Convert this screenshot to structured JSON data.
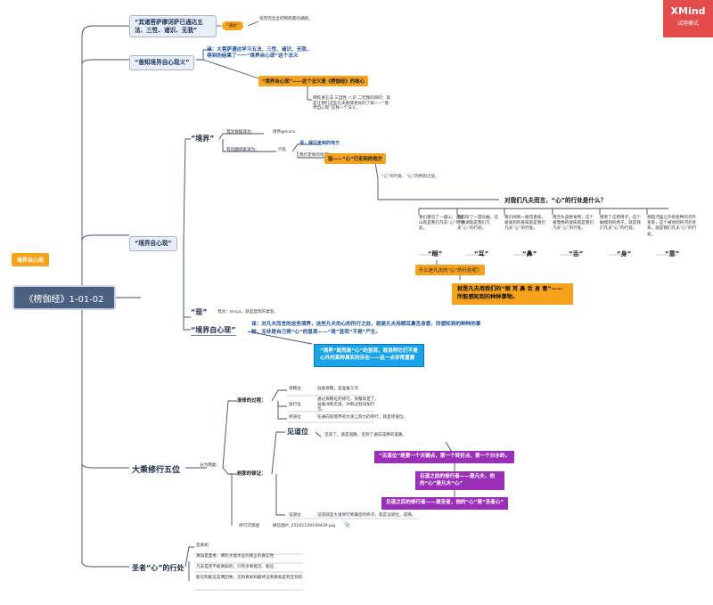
{
  "watermark": {
    "brand": "XMind",
    "mode": "试用模式"
  },
  "root": {
    "label": "《楞伽经》1-01-02"
  },
  "tag": {
    "label": "境界自心现"
  },
  "b1": {
    "label": "“其诸菩萨摩诃萨已通达五法、三性、诸识、无我”",
    "pill": "“通达”",
    "note": "指完完全全彻彻底底的通晓。"
  },
  "b2": {
    "label": "“善知境界自心现义”",
    "note": "译：大菩萨通达学习五法、三性、诸识、无我，得到的结果了一一“境界自心现”这个法义",
    "orange": "“境界自心现”——这个法义是《楞伽经》的核心",
    "note2": "佛陀讲五法 三自性 八识 二无我的目的：就是让我们这些凡夫能够更好的了知——“境界自心现”这样一个法义。"
  },
  "b3": {
    "label": "“境界自心现”",
    "jingjie": "“境界”",
    "sk_label": "梵文根据译为：",
    "sk_val": "境界gocara",
    "alt_label": "有的翻译家译为：",
    "alt_val": "行处",
    "yi": "译：我行走到的地方",
    "walk_q": "我行走到的地方？",
    "orange_mind": "指——“心”行走到的地方",
    "mind_walk": "“心”的行处、“心”的所到之处。",
    "question": "对我们凡夫而言，“心”的行处是什么？",
    "senses": [
      {
        "text": "我们看见了一座山、这座山就是我们凡夫“心”的行处。",
        "label": "“眼”"
      },
      {
        "text": "我们听了一首乐曲，这个曲调就是我们凡夫“心”的行处。",
        "label": "“耳”"
      },
      {
        "text": "我们闻到一股花香味，被闻到的香味就是我们凡夫“心”的行处。",
        "label": "“鼻”"
      },
      {
        "text": "用舌头品尝食物，这个被我尝的滋味就是我们凡夫“心”的行处。",
        "label": "“舌”"
      },
      {
        "text": "摸到了这把椅子，这个触摸到的椅子，就是我们凡夫“心”的行处。",
        "label": "“身”"
      },
      {
        "text": "想起河里之外的各种的河外星系，这个被想到的河外星系，就是我们凡夫“心”的行处。",
        "label": "“意”"
      }
    ],
    "orange_q": "什么是凡夫的“心”的行处呢？",
    "orange_ans": "就是凡夫用我们的“眼 耳 鼻 舌 身 意”——所能感知到的种种事物。",
    "xian": "“现”",
    "xian_note": "梵文：drsya，就是显现的意思。",
    "full": "“境界自心现”",
    "full_yi": "译：对凡夫而言的这些境界，这些凡夫的心的所行之处，就是凡夫用眼耳鼻舌身意，所感知到的种种的事物，无非是自己得“心”的显现——“是”显现“不是”产生。",
    "cyan": "“境界”既然是“心”的显现，就说明它们不是心外的某种真实的存在——这一点非常重要"
  },
  "b4": {
    "label": "大乘修行五位",
    "divide": "分为两类：",
    "jian": "渐修的过程：",
    "steps": [
      {
        "label": "资粮位",
        "note": "准备资粮，是准备工作"
      },
      {
        "label": "加行位",
        "note": "通过资粮位的修行，资粮具足了，准备冲刺见道，冲刺过程叫加行位。"
      },
      {
        "label": "修道位",
        "note": "在通向道境界的大道上努力的修行，就是修道位。"
      }
    ],
    "dun": "刹那的顿证：",
    "jiandao": "见道位",
    "jiandao_note": "见道了，道是道路，见到了通向成佛的道路。",
    "p1": "“见道位”是第一个关键点，第一个转折点，第一个分水岭。",
    "p2": "见道之前的修行者——是凡夫，他的“心”是凡夫“心”",
    "p3": "见道之后的修行者——是圣者，他的“心”是“圣者心”",
    "zheng": "证道位",
    "zheng_note": "证道就是大道修行到最后的终点，就是证道位，成佛。",
    "img_label": "修行次第图",
    "img_file": "微信图片_20201129190439.jpg"
  },
  "b5": {
    "label": "圣者“心”的行处",
    "items": [
      "是真如",
      "真如是圣者、佛陀才能亲证的真正的真实性",
      "凡夫是完不能真如的，只有亲者能见、能证",
      "能见和能证是两回事，见到真如和最终证到真如是有区别的"
    ]
  }
}
